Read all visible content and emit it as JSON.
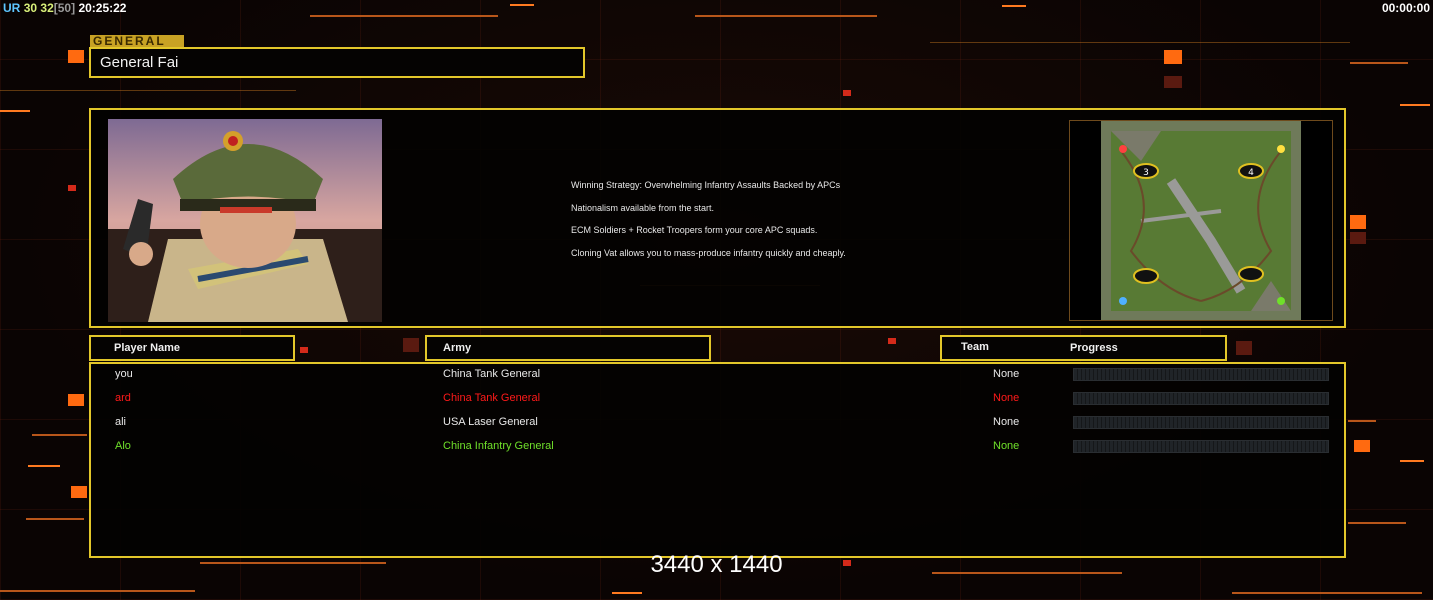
{
  "hud": {
    "ur_label": "UR",
    "fps_current": "30",
    "fps_second": "32",
    "fps_limit": "[50]",
    "clock": "20:25:22",
    "timer": "00:00:00"
  },
  "general": {
    "tab_label": "GENERAL",
    "name": "General Fai",
    "strategy_lines": [
      "Winning Strategy: Overwhelming Infantry Assaults Backed by APCs",
      "Nationalism available from the start.",
      "ECM Soldiers + Rocket Troopers form your core APC squads.",
      "Cloning Vat allows you to mass-produce infantry quickly and cheaply."
    ]
  },
  "minimap": {
    "spawn_labels": [
      "3",
      "4"
    ]
  },
  "table": {
    "headers": {
      "player_name": "Player Name",
      "army": "Army",
      "team": "Team",
      "progress": "Progress"
    },
    "rows": [
      {
        "name": "you",
        "army": "China Tank General",
        "team": "None",
        "color": "#e8e8e8",
        "progress": 0
      },
      {
        "name": "ard",
        "army": "China Tank General",
        "team": "None",
        "color": "#ff1a1a",
        "progress": 0
      },
      {
        "name": "ali",
        "army": "USA Laser General",
        "team": "None",
        "color": "#e8e8e8",
        "progress": 0
      },
      {
        "name": "Alo",
        "army": "China Infantry General",
        "team": "None",
        "color": "#6fe02a",
        "progress": 0
      }
    ]
  },
  "resolution_label": "3440 x 1440",
  "colors": {
    "panel_border": "#e3c72a",
    "accent_orange": "#ff6a10"
  }
}
